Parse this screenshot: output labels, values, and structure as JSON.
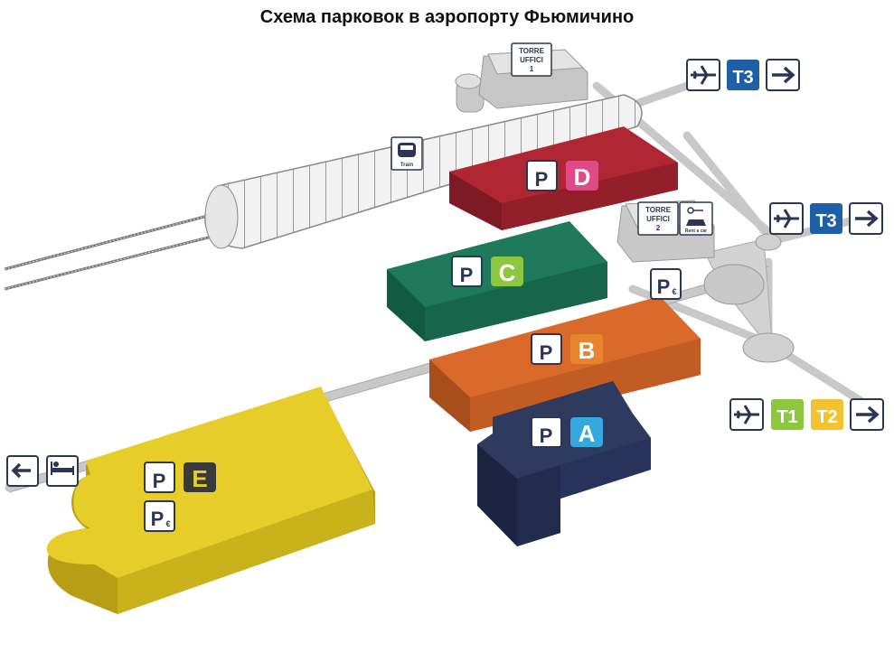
{
  "title": "Схема парковок в аэропорту Фьюмичино",
  "parkings": {
    "A": {
      "letter": "A",
      "color": "#2E3B5F",
      "badge_color": "#35A8DF"
    },
    "B": {
      "letter": "B",
      "color": "#DA6A2B",
      "badge_color": "#E8842E"
    },
    "C": {
      "letter": "C",
      "color": "#1F7A5C",
      "badge_color": "#8DC63F"
    },
    "D": {
      "letter": "D",
      "color": "#B02632",
      "badge_color": "#E04A86"
    },
    "E": {
      "letter": "E",
      "color": "#E6CD2A",
      "badge_color": "#3A3A3A"
    }
  },
  "towers": {
    "t1": {
      "line1": "TORRE",
      "line2": "UFFICI",
      "line3": "1"
    },
    "t2": {
      "line1": "TORRE",
      "line2": "UFFICI",
      "line3": "2"
    }
  },
  "icons": {
    "train_label": "Train",
    "rentacar_label": "Rent a car",
    "parking_letter": "P",
    "euro_sign": "€"
  },
  "directions": {
    "top": {
      "terminal": "T3",
      "terminal_color": "#1E5FA8"
    },
    "middle": {
      "terminal": "T3",
      "terminal_color": "#1E5FA8"
    },
    "bottom": {
      "t1": "T1",
      "t1_color": "#8DC63F",
      "t2": "T2",
      "t2_color": "#F2C230"
    }
  },
  "icon_names": [
    "plane-icon",
    "arrow-right-icon",
    "arrow-left-icon",
    "hotel-icon",
    "train-icon",
    "car-key-icon",
    "parking-icon"
  ]
}
